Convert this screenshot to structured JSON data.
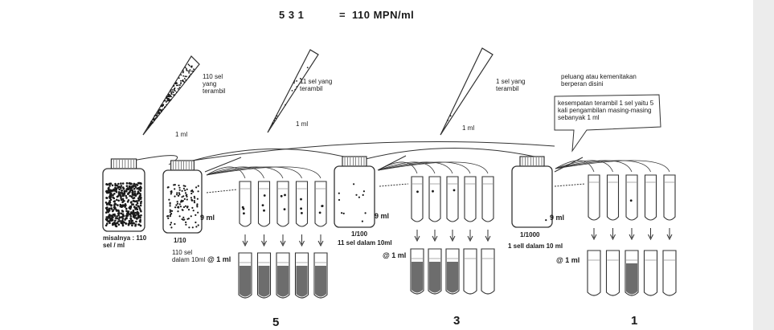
{
  "heading": {
    "digits": "5   3   1",
    "equals": "=",
    "result": "110 MPN/ml"
  },
  "pipettes": [
    {
      "label": "110 sel yang terambil",
      "volume": "1 ml"
    },
    {
      "label": "11 sel yang terambil",
      "volume": "1 ml"
    },
    {
      "label": "1 sel yang terambil",
      "volume": "1 ml"
    }
  ],
  "bottles": [
    {
      "name": "stock",
      "dilution": "",
      "caption": "misalnya : 110 sel / ml"
    },
    {
      "name": "dilution-1",
      "dilution": "1/10",
      "caption": "110 sel dalam 10ml",
      "volume": "9 ml"
    },
    {
      "name": "dilution-2",
      "dilution": "1/100",
      "caption": "11 sel dalam 10ml",
      "volume": "9 ml"
    },
    {
      "name": "dilution-3",
      "dilution": "1/1000",
      "caption": "1 sell dalam 10 ml",
      "volume": "9 ml"
    }
  ],
  "tube_groups": [
    {
      "dose": "@ 1 ml",
      "count": "5",
      "positive": [
        true,
        true,
        true,
        true,
        true
      ]
    },
    {
      "dose": "@ 1 ml",
      "count": "3",
      "positive": [
        true,
        true,
        true,
        false,
        false
      ]
    },
    {
      "dose": "@ 1 ml",
      "count": "1",
      "positive": [
        false,
        false,
        true,
        false,
        false
      ]
    }
  ],
  "note_top": "peluang atau kemenitakan berperan disini",
  "note_box": "kesempatan terambil 1 sel yaitu 5 kali pengambilan masing-masing sebanyak 1 ml",
  "colors": {
    "ink": "#1a1a1a",
    "positive": "#6d6d6d",
    "negative": "#ffffff",
    "line": "#333333",
    "sidebar": "#ececec"
  }
}
